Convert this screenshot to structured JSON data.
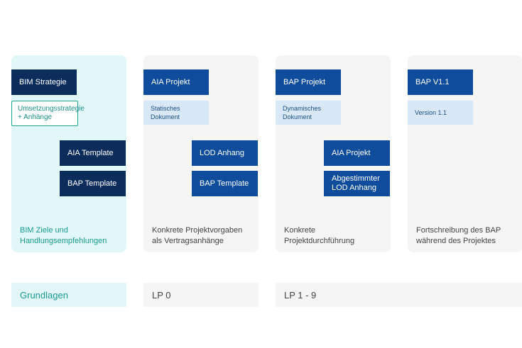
{
  "columns": [
    {
      "boxes": {
        "strategie": "BIM Strategie",
        "umsetzung": "Umsetzungsstrategie + Anhänge",
        "aia_template": "AIA Template",
        "bap_template": "BAP Template"
      },
      "caption": "BIM Ziele und Handlungsempfehlungen"
    },
    {
      "boxes": {
        "aia_projekt": "AIA Projekt",
        "statisches": "Statisches Dokument",
        "lod_anhang": "LOD Anhang",
        "bap_template": "BAP Template"
      },
      "caption": "Konkrete Projektvorgaben als Vertragsanhänge"
    },
    {
      "boxes": {
        "bap_projekt": "BAP Projekt",
        "dynamisches": "Dynamisches Dokument",
        "aia_projekt": "AIA Projekt",
        "abgestimmter": "Abgestimmter LOD Anhang"
      },
      "caption": "Konkrete Projektdurchführung"
    },
    {
      "boxes": {
        "bap_v11": "BAP V1.1",
        "version": "Version 1.1"
      },
      "caption": "Fortschreibung des BAP während des Projektes"
    }
  ],
  "phases": {
    "grundlagen": "Grundlagen",
    "lp0": "LP 0",
    "lp19": "LP 1 - 9"
  },
  "colors": {
    "navy": "#0c2d5c",
    "blue": "#0f4d9c",
    "light_blue": "#d8e8f7",
    "teal": "#1aa39b",
    "teal_bg": "#e2f7f8",
    "grey_bg": "#f5f5f5"
  }
}
